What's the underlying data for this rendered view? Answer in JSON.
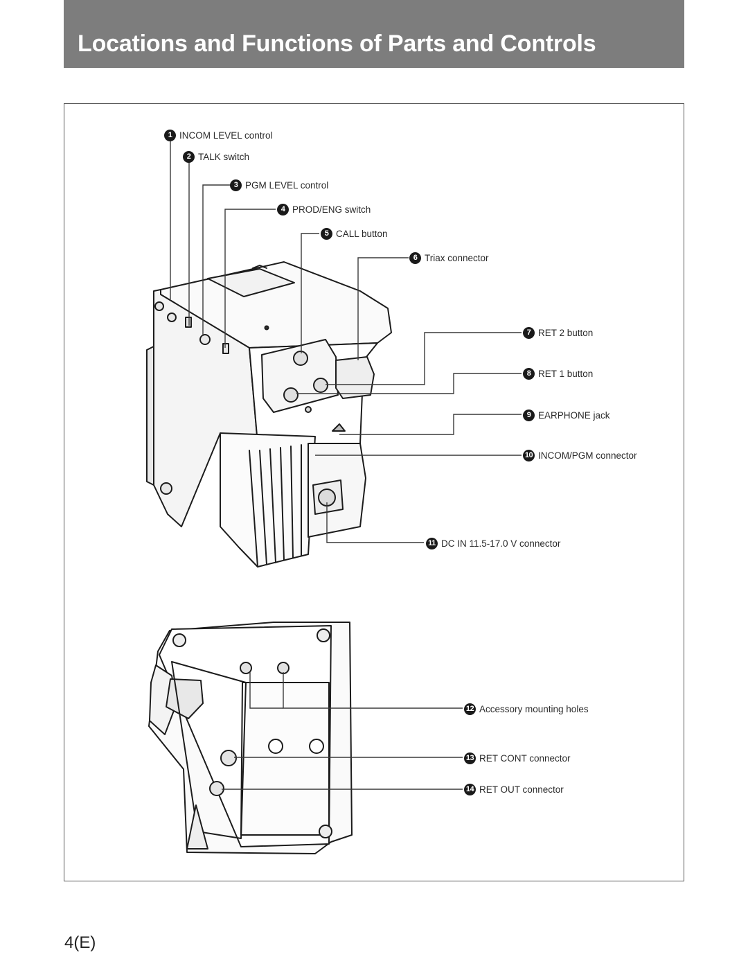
{
  "header": {
    "title": "Locations and Functions of Parts and Controls"
  },
  "callouts": [
    {
      "num": "1",
      "label": "INCOM LEVEL control"
    },
    {
      "num": "2",
      "label": "TALK switch"
    },
    {
      "num": "3",
      "label": "PGM LEVEL control"
    },
    {
      "num": "4",
      "label": "PROD/ENG switch"
    },
    {
      "num": "5",
      "label": "CALL button"
    },
    {
      "num": "6",
      "label": "Triax connector"
    },
    {
      "num": "7",
      "label": "RET 2 button"
    },
    {
      "num": "8",
      "label": "RET 1 button"
    },
    {
      "num": "9",
      "label": "EARPHONE jack"
    },
    {
      "num": "10",
      "label": "INCOM/PGM connector"
    },
    {
      "num": "11",
      "label": "DC IN 11.5-17.0 V connector"
    },
    {
      "num": "12",
      "label": "Accessory mounting holes"
    },
    {
      "num": "13",
      "label": "RET CONT connector"
    },
    {
      "num": "14",
      "label": "RET OUT connector"
    }
  ],
  "footer": {
    "page_number": "4(E)"
  }
}
